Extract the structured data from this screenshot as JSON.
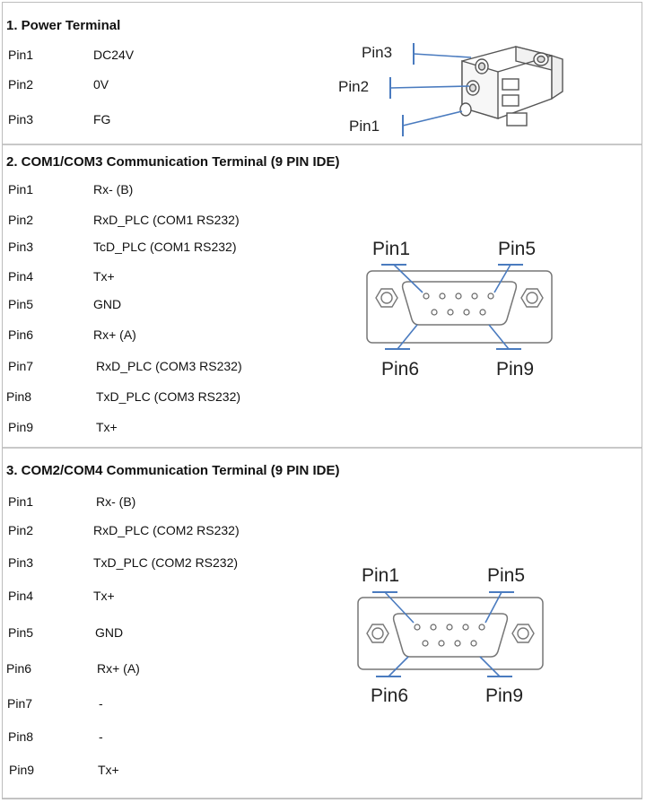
{
  "sections": [
    {
      "title": "1. Power Terminal",
      "rows": [
        {
          "pin": "Pin1",
          "signal": "DC24V"
        },
        {
          "pin": "Pin2",
          "signal": "0V"
        },
        {
          "pin": "Pin3",
          "signal": "FG"
        }
      ],
      "diagram_labels": [
        "Pin3",
        "Pin2",
        "Pin1"
      ]
    },
    {
      "title": "2. COM1/COM3 Communication Terminal (9 PIN IDE)",
      "rows": [
        {
          "pin": "Pin1",
          "signal": "Rx- (B)"
        },
        {
          "pin": "Pin2",
          "signal": "RxD_PLC (COM1 RS232)"
        },
        {
          "pin": "Pin3",
          "signal": "TcD_PLC (COM1 RS232)"
        },
        {
          "pin": "Pin4",
          "signal": "Tx+"
        },
        {
          "pin": "Pin5",
          "signal": "GND"
        },
        {
          "pin": "Pin6",
          "signal": "Rx+ (A)"
        },
        {
          "pin": "Pin7",
          "signal": "RxD_PLC (COM3 RS232)"
        },
        {
          "pin": "Pin8",
          "signal": "TxD_PLC (COM3 RS232)"
        },
        {
          "pin": "Pin9",
          "signal": "Tx+"
        }
      ],
      "diagram_labels": {
        "top_left": "Pin1",
        "top_right": "Pin5",
        "bottom_left": "Pin6",
        "bottom_right": "Pin9"
      }
    },
    {
      "title": "3. COM2/COM4 Communication Terminal (9 PIN IDE)",
      "rows": [
        {
          "pin": "Pin1",
          "signal": "Rx- (B)"
        },
        {
          "pin": "Pin2",
          "signal": "RxD_PLC (COM2 RS232)"
        },
        {
          "pin": "Pin3",
          "signal": "TxD_PLC (COM2 RS232)"
        },
        {
          "pin": "Pin4",
          "signal": "Tx+"
        },
        {
          "pin": "Pin5",
          "signal": "GND"
        },
        {
          "pin": "Pin6",
          "signal": "Rx+ (A)"
        },
        {
          "pin": "Pin7",
          "signal": "-"
        },
        {
          "pin": "Pin8",
          "signal": "-"
        },
        {
          "pin": "Pin9",
          "signal": "Tx+"
        }
      ],
      "diagram_labels": {
        "top_left": "Pin1",
        "top_right": "Pin5",
        "bottom_left": "Pin6",
        "bottom_right": "Pin9"
      }
    }
  ]
}
